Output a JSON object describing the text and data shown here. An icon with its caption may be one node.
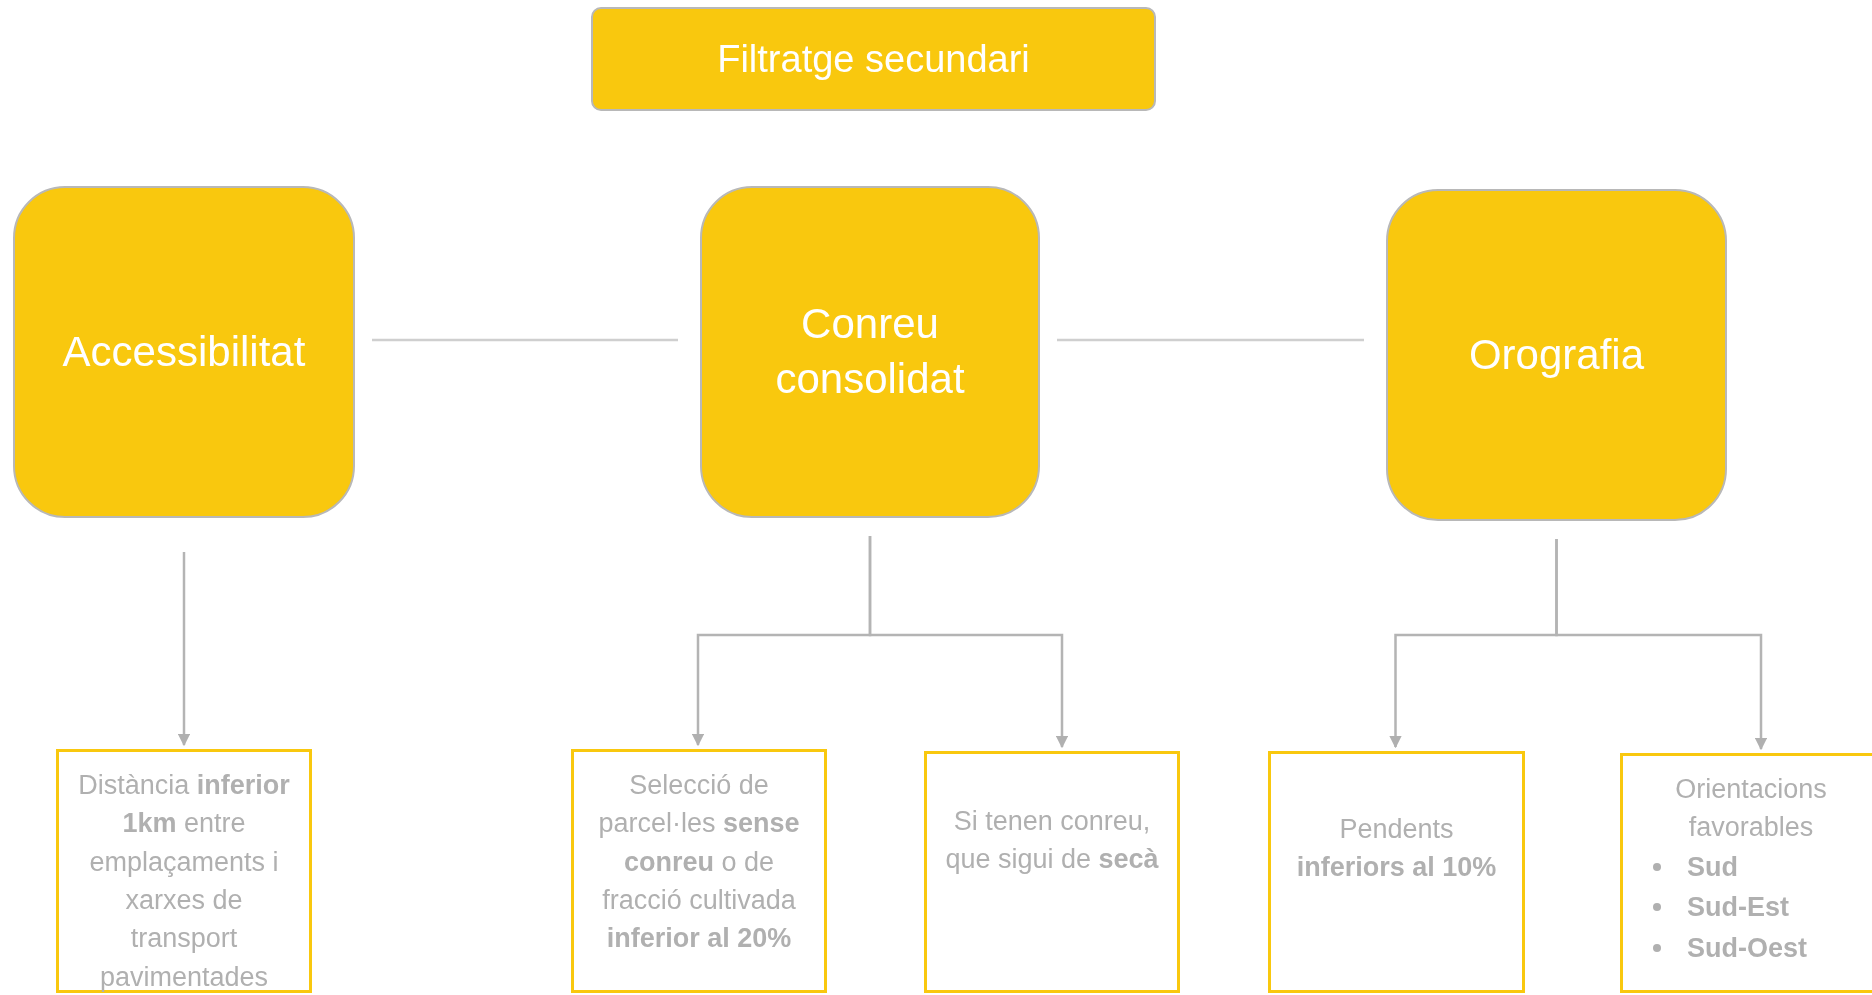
{
  "diagram": {
    "nodes": [
      {
        "text": [
          "Filtratge secundari"
        ]
      },
      {
        "text": [
          "Accessibilitat"
        ]
      },
      {
        "text": [
          "Conreu consolidat"
        ]
      },
      {
        "text": [
          "Orografia"
        ]
      },
      {
        "text": [
          "Distància **inferior 1km** entre emplaçaments i xarxes de transport pavimentades"
        ]
      },
      {
        "text": [
          "Selecció de parcel·les **sense conreu** o de fracció cultivada **inferior al 20%**"
        ]
      },
      {
        "text": [
          "Si tenen conreu, que sigui de **secà**"
        ]
      },
      {
        "text": [
          "Pendents **inferiors al 10%**"
        ]
      },
      {
        "text": [
          "Orientacions favorables",
          "Sud",
          "Sud-Est",
          "Sud-Oest"
        ]
      }
    ],
    "edges": [
      {
        "from": 1,
        "to": 2,
        "arrow": "none"
      },
      {
        "from": 2,
        "to": 3,
        "arrow": "none"
      },
      {
        "from": 1,
        "to": 4,
        "arrow": "to"
      },
      {
        "from": 2,
        "to": 5,
        "arrow": "to"
      },
      {
        "from": 2,
        "to": 6,
        "arrow": "to"
      },
      {
        "from": 3,
        "to": 7,
        "arrow": "to"
      },
      {
        "from": 3,
        "to": 8,
        "arrow": "to"
      }
    ]
  }
}
